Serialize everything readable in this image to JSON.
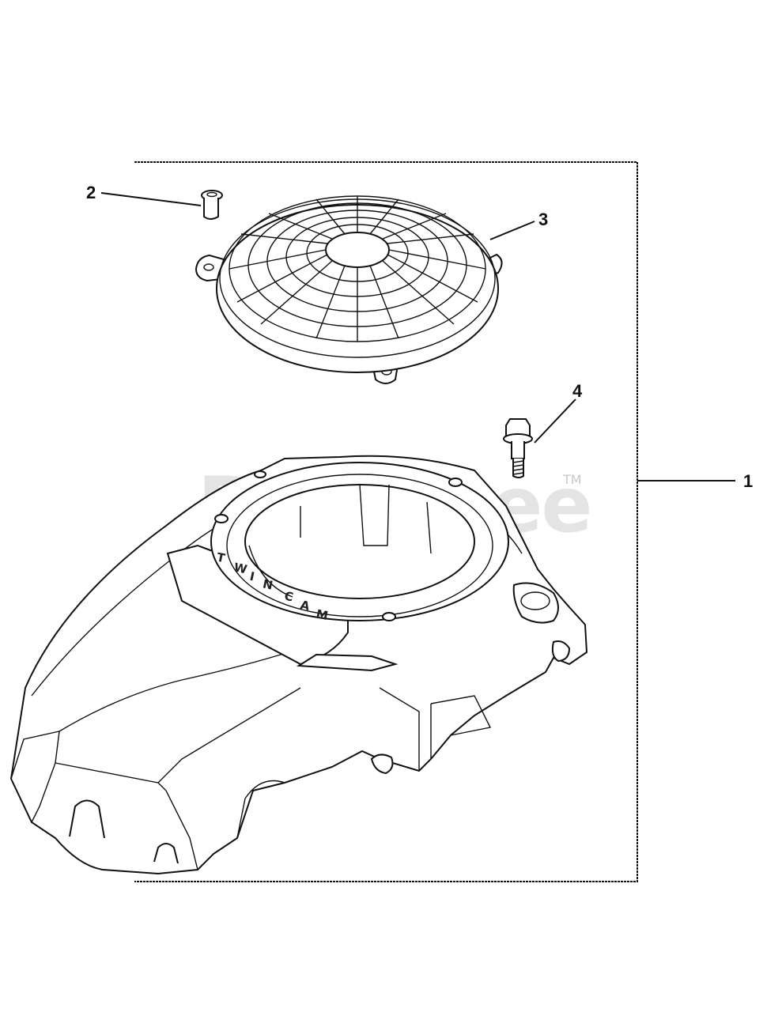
{
  "callouts": {
    "c1": "1",
    "c2": "2",
    "c3": "3",
    "c4": "4"
  },
  "watermark": {
    "text": "PartsTree",
    "tm": "TM"
  },
  "embossing": {
    "letters": [
      "T",
      "W",
      "I",
      "N",
      "C",
      "A",
      "M"
    ]
  },
  "colors": {
    "line": "#111111",
    "watermark": "#cfcfcf",
    "background": "#ffffff"
  }
}
